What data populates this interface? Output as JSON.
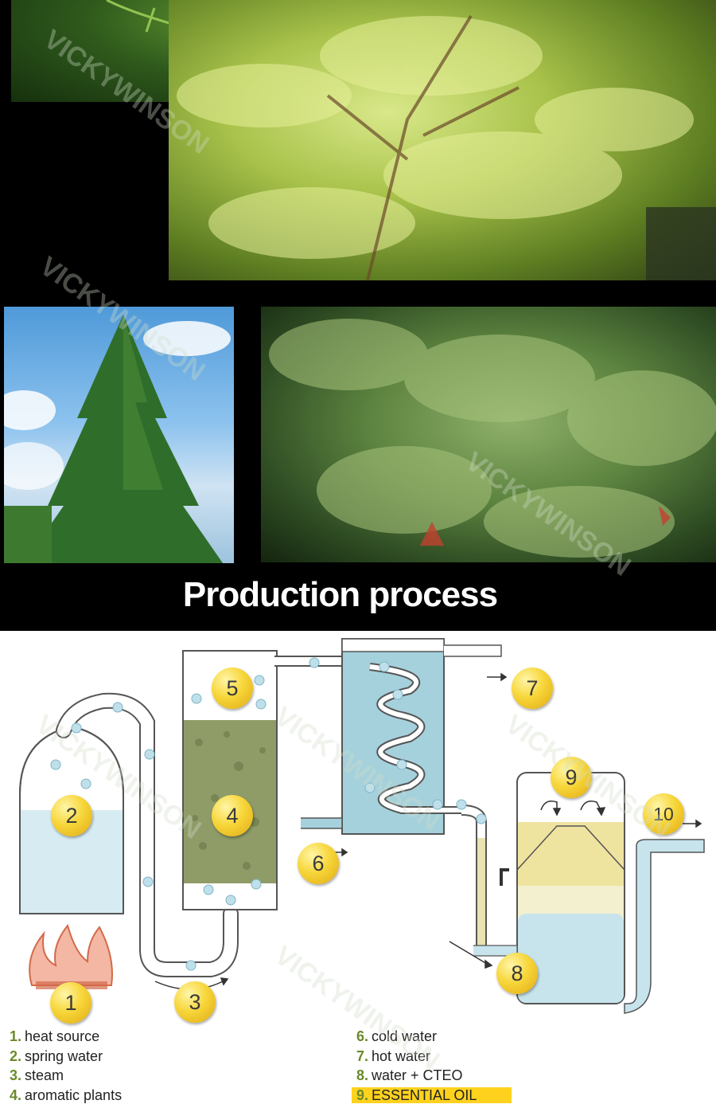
{
  "section_title": "Production process",
  "watermark": "VICKYWINSON",
  "diagram": {
    "badges": [
      "1",
      "2",
      "3",
      "4",
      "5",
      "6",
      "7",
      "8",
      "9",
      "10"
    ]
  },
  "legend": {
    "left": [
      {
        "num": "1.",
        "label": "heat source"
      },
      {
        "num": "2.",
        "label": "spring water"
      },
      {
        "num": "3.",
        "label": "steam"
      },
      {
        "num": "4.",
        "label": "aromatic plants"
      }
    ],
    "right": [
      {
        "num": "6.",
        "label": "cold water"
      },
      {
        "num": "7.",
        "label": "hot water"
      },
      {
        "num": "8.",
        "label": "water + CTEO"
      },
      {
        "num": "9.",
        "label": "ESSENTIAL OIL"
      }
    ]
  },
  "colors": {
    "badge": "#f7d63a",
    "water": "#bfe0ea",
    "condenser": "#8cc4d4",
    "plants": "#8c9b62",
    "oil": "#efe3a0",
    "legend_number": "#6a8a2a",
    "highlight": "#ffd21e"
  },
  "icons": [
    "flame-icon",
    "droplet-icon",
    "arrow-right-icon",
    "tap-icon"
  ]
}
